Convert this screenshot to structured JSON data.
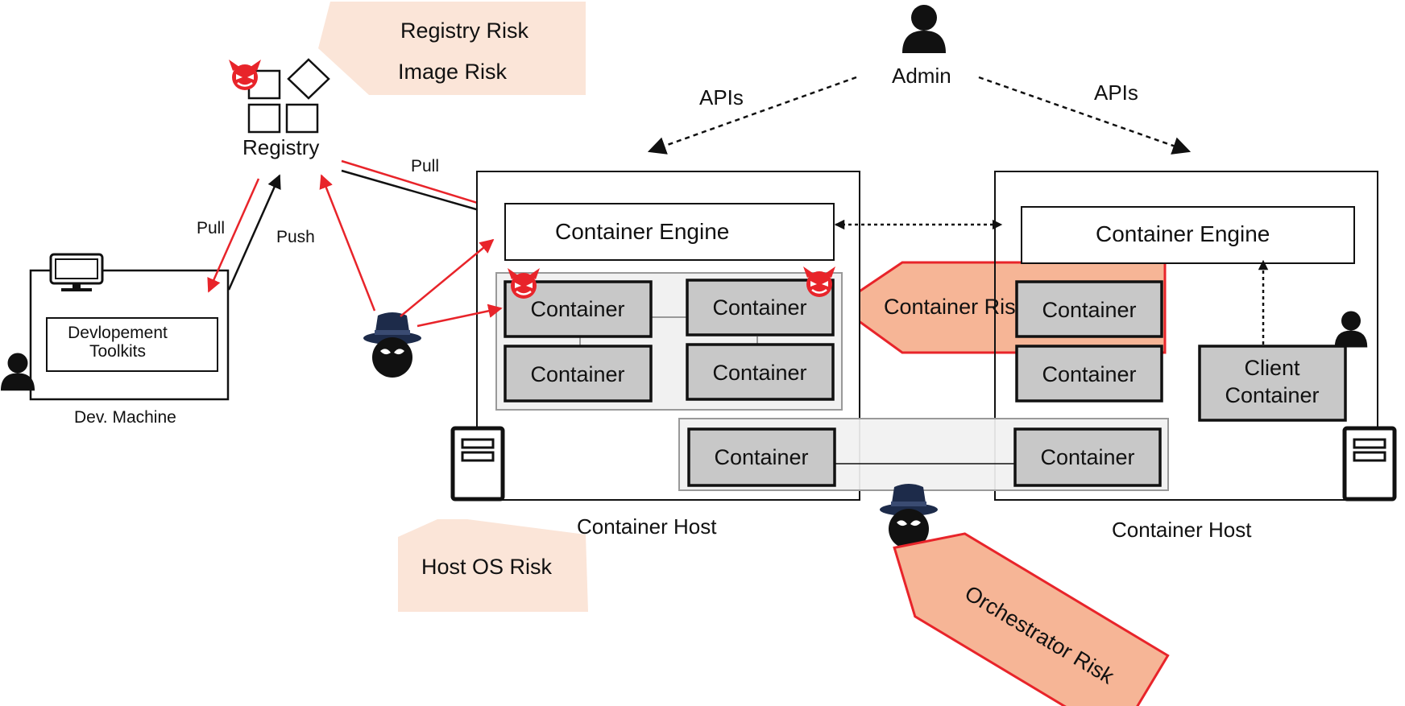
{
  "registry": {
    "label": "Registry"
  },
  "registry_risk": {
    "line1": "Registry Risk",
    "line2": "Image Risk"
  },
  "admin": {
    "label": "Admin"
  },
  "apis": {
    "left": "APIs",
    "right": "APIs"
  },
  "flows": {
    "pull_to_host": "Pull",
    "pull_to_dev": "Pull",
    "push": "Push"
  },
  "dev_machine": {
    "toolkit_line1": "Devlopement",
    "toolkit_line2": "Toolkits",
    "label": "Dev. Machine"
  },
  "host_left": {
    "engine": "Container Engine",
    "containers": [
      "Container",
      "Container",
      "Container",
      "Container",
      "Container"
    ],
    "label": "Container  Host"
  },
  "host_right": {
    "engine": "Container Engine",
    "containers": [
      "Container",
      "Container",
      "Container"
    ],
    "client_line1": "Client",
    "client_line2": "Container",
    "label": "Container  Host"
  },
  "risks": {
    "container_risk": "Container Risk",
    "host_os_risk": "Host OS Risk",
    "orchestrator_risk": "Orchestrator Risk"
  },
  "colors": {
    "risk_light": "#fbe5d8",
    "risk_salmon": "#f6b596",
    "alert_red": "#e8242a",
    "container_gray": "#c8c8c8",
    "group_gray": "#f1f1f1",
    "hacker_hat": "#1d2b4a"
  }
}
